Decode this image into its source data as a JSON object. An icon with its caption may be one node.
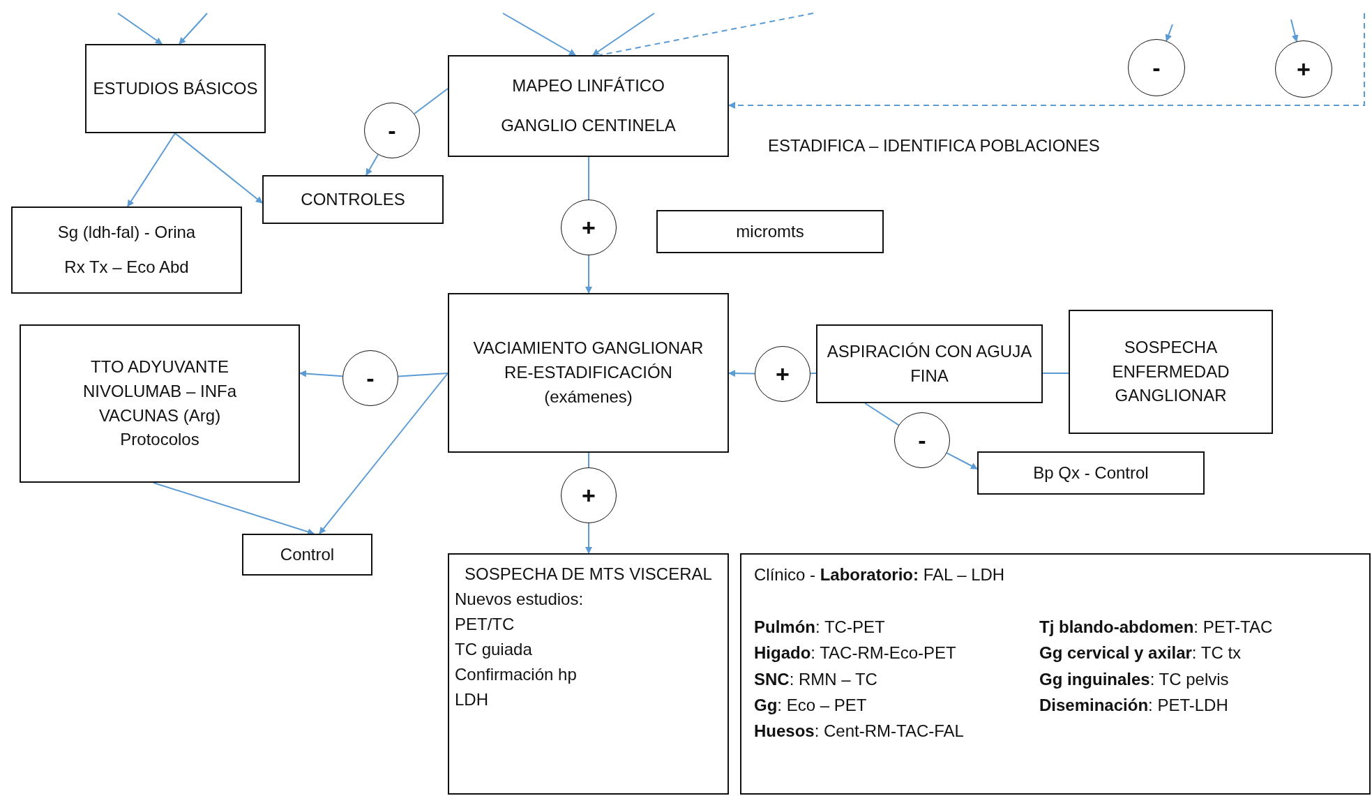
{
  "diagram": {
    "nodes": [
      {
        "text": [
          "ESTUDIOS BÁSICOS"
        ]
      },
      {
        "text": [
          "MAPEO LINFÁTICO",
          "GANGLIO CENTINELA"
        ]
      },
      {
        "text": [
          "-"
        ]
      },
      {
        "text": [
          "+"
        ]
      },
      {
        "text": [
          "-"
        ]
      },
      {
        "text": [
          "CONTROLES"
        ]
      },
      {
        "text": [
          "Sg (ldh-fal) - Orina",
          "Rx Tx – Eco Abd"
        ]
      },
      {
        "text": [
          "+"
        ]
      },
      {
        "text": [
          "micromts"
        ]
      },
      {
        "text": [
          "VACIAMIENTO GANGLIONAR",
          "RE-ESTADIFICACIÓN",
          "(exámenes)"
        ]
      },
      {
        "text": [
          "TTO ADYUVANTE",
          "NIVOLUMAB – INFa",
          "VACUNAS (Arg)",
          "Protocolos"
        ]
      },
      {
        "text": [
          "-"
        ]
      },
      {
        "text": [
          "+"
        ]
      },
      {
        "text": [
          "ASPIRACIÓN CON AGUJA FINA"
        ]
      },
      {
        "text": [
          "SOSPECHA ENFERMEDAD GANGLIONAR"
        ]
      },
      {
        "text": [
          "-"
        ]
      },
      {
        "text": [
          "Bp Qx - Control"
        ]
      },
      {
        "text": [
          "+"
        ]
      },
      {
        "text": [
          "Control"
        ]
      },
      {
        "text": [
          "SOSPECHA DE MTS VISCERAL",
          "Nuevos estudios:",
          "PET/TC",
          "TC guiada",
          "Confirmación hp",
          "LDH"
        ]
      },
      {
        "text": [
          "Clínico - **Laboratorio:** FAL – LDH",
          "**Pulmón**: TC-PET",
          "**Tj blando-abdomen**: PET-TAC",
          "**Higado**: TAC-RM-Eco-PET",
          "**Gg cervical y axilar**: TC tx",
          "**SNC**: RMN – TC",
          "**Gg inguinales**: TC pelvis",
          "**Gg**: Eco – PET",
          "**Diseminación**: PET-LDH",
          "**Huesos**: Cent-RM-TAC-FAL"
        ]
      }
    ],
    "edges": [
      {
        "from": null,
        "to": 0,
        "arrow": "to"
      },
      {
        "from": null,
        "to": 0,
        "arrow": "to"
      },
      {
        "from": null,
        "to": 1,
        "arrow": "to"
      },
      {
        "from": null,
        "to": 1,
        "arrow": "to"
      },
      {
        "from": null,
        "to": 1,
        "arrow": "none",
        "style": "dashed"
      },
      {
        "from": null,
        "to": 1,
        "arrow": "to",
        "style": "dashed"
      },
      {
        "from": 0,
        "to": 6,
        "arrow": "to"
      },
      {
        "from": 0,
        "to": 5,
        "arrow": "to"
      },
      {
        "from": 1,
        "to": 4,
        "arrow": "none"
      },
      {
        "from": 4,
        "to": 5,
        "arrow": "to"
      },
      {
        "from": 1,
        "to": 7,
        "arrow": "none"
      },
      {
        "from": 7,
        "to": 9,
        "arrow": "to"
      },
      {
        "from": null,
        "to": 2,
        "arrow": "to"
      },
      {
        "from": null,
        "to": 3,
        "arrow": "to"
      },
      {
        "from": 9,
        "to": 11,
        "arrow": "none"
      },
      {
        "from": 11,
        "to": 10,
        "arrow": "to"
      },
      {
        "from": 9,
        "to": 18,
        "arrow": "to"
      },
      {
        "from": 10,
        "to": 18,
        "arrow": "to"
      },
      {
        "from": 13,
        "to": 12,
        "arrow": "none"
      },
      {
        "from": 12,
        "to": 9,
        "arrow": "to"
      },
      {
        "from": 14,
        "to": 13,
        "arrow": "none"
      },
      {
        "from": 13,
        "to": 15,
        "arrow": "none"
      },
      {
        "from": 15,
        "to": 16,
        "arrow": "to"
      },
      {
        "from": 9,
        "to": 17,
        "arrow": "none"
      },
      {
        "from": 17,
        "to": 19,
        "arrow": "to"
      }
    ],
    "labels": [
      "ESTADIFICA – IDENTIFICA POBLACIONES"
    ]
  }
}
